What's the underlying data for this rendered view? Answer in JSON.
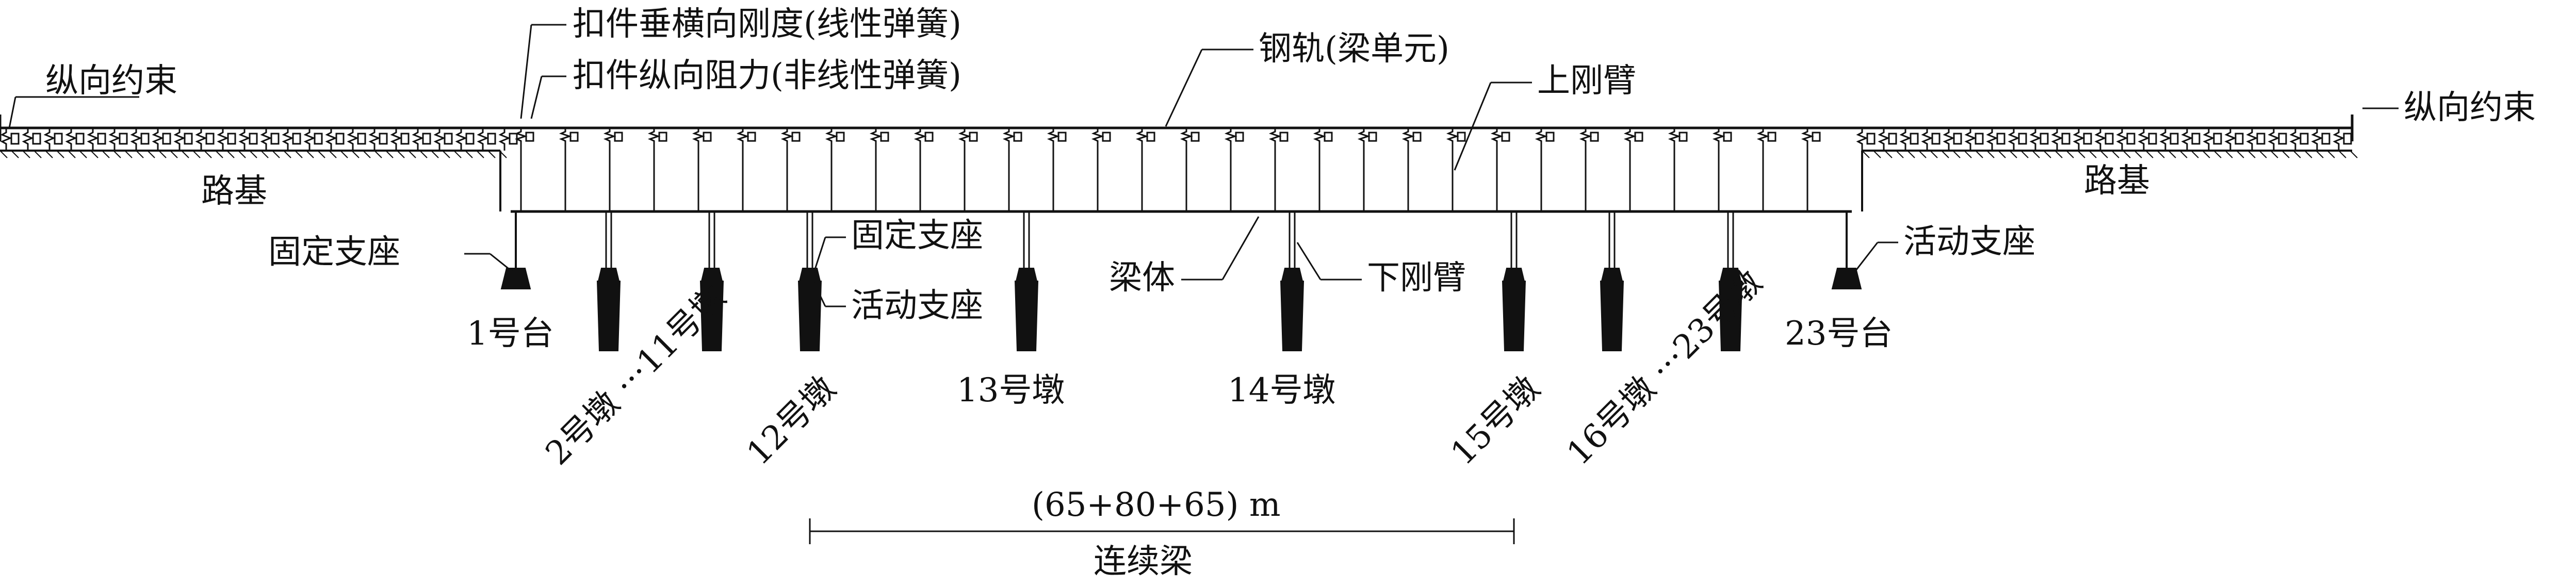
{
  "labels": {
    "longitudinal_constraint_left": "纵向约束",
    "longitudinal_constraint_right": "纵向约束",
    "fastener_vertical_lateral": "扣件垂横向刚度(线性弹簧)",
    "fastener_longitudinal": "扣件纵向阻力(非线性弹簧)",
    "rail": "钢轨(梁单元)",
    "upper_rigid_arm": "上刚臂",
    "subgrade_left": "路基",
    "subgrade_right": "路基",
    "fixed_bearing_left": "固定支座",
    "fixed_bearing_mid": "固定支座",
    "movable_bearing_mid": "活动支座",
    "movable_bearing_right": "活动支座",
    "beam_body": "梁体",
    "lower_rigid_arm": "下刚臂",
    "abutment_1": "1号台",
    "abutment_23": "23号台",
    "pier_2_11": "2号墩 ···11号墩",
    "pier_12": "12号墩",
    "pier_13": "13号墩",
    "pier_14": "14号墩",
    "pier_15": "15号墩",
    "pier_16_23": "16号墩 ···23号墩",
    "span_dimension": "(65+80+65) m",
    "continuous_beam": "连续梁"
  },
  "colors": {
    "line": "#111111",
    "background": "#ffffff"
  }
}
